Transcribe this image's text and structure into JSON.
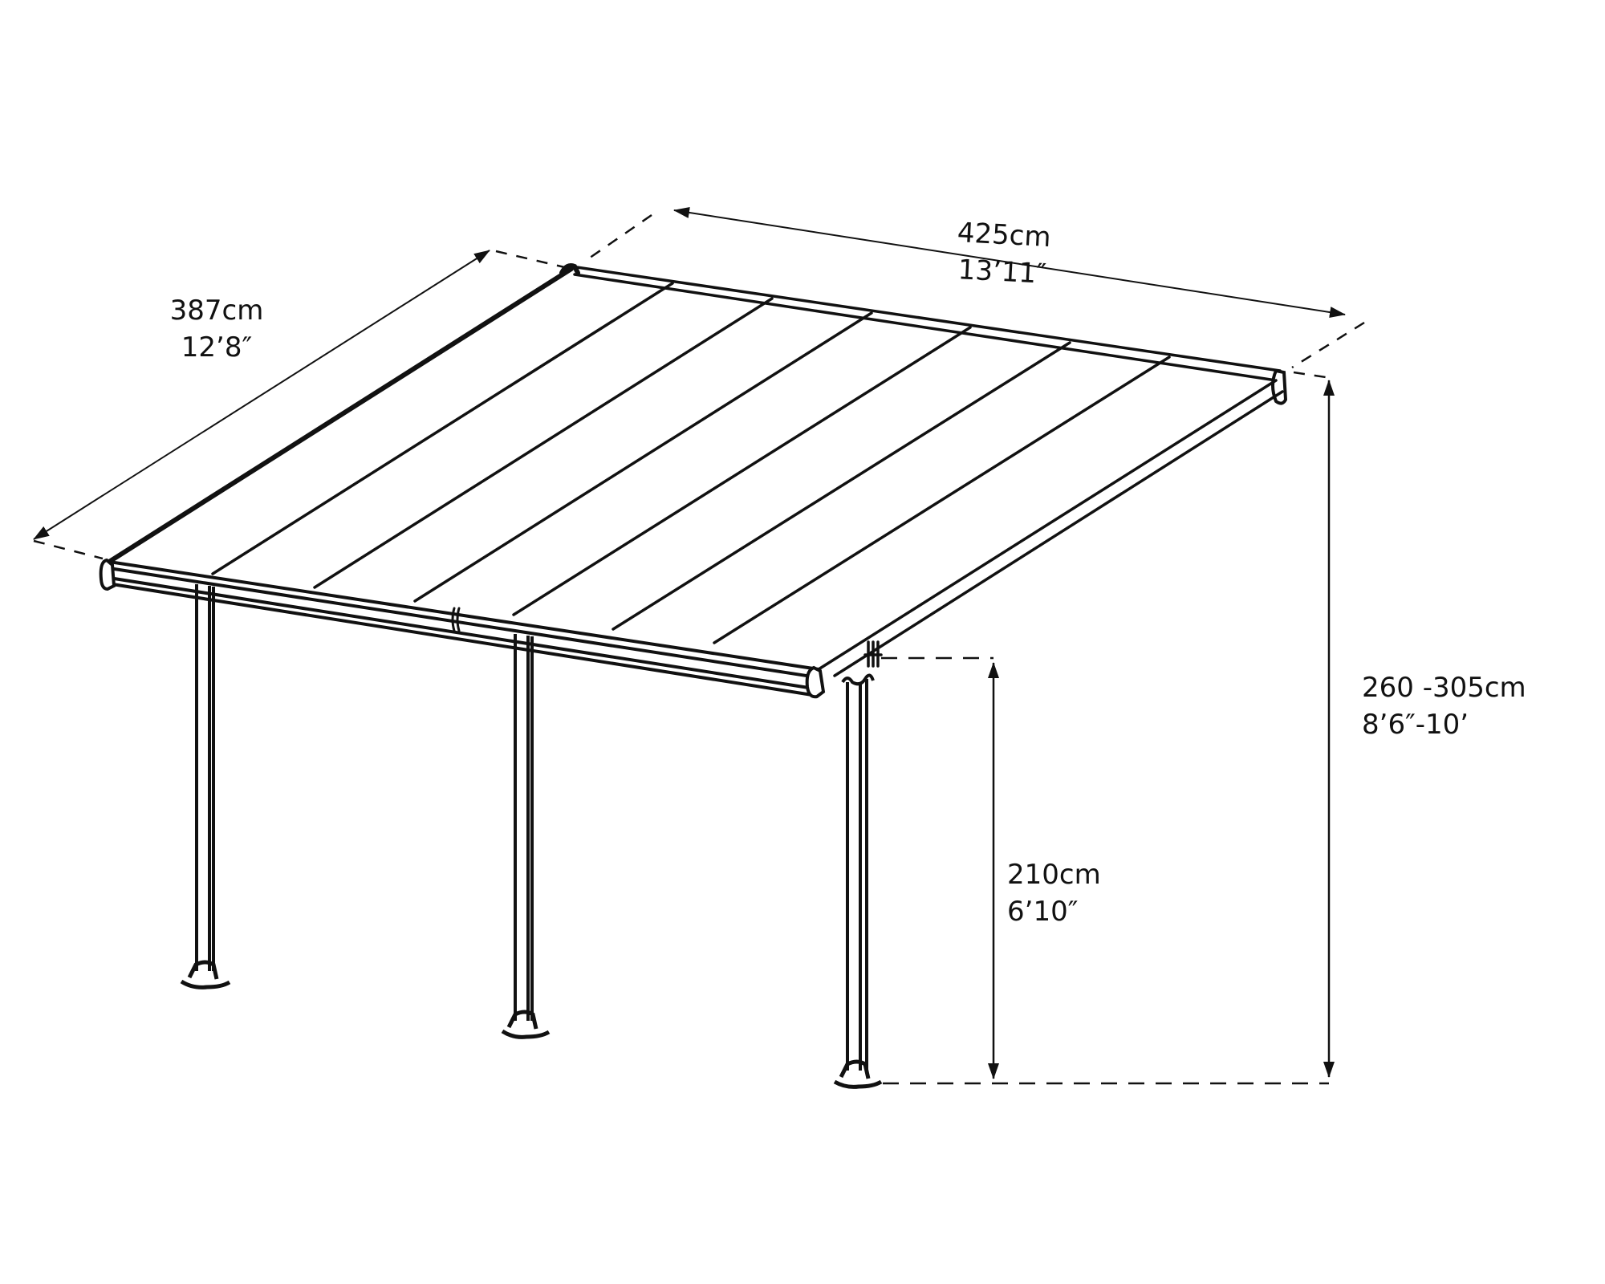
{
  "diagram": {
    "subject": "Lean-to patio cover / pergola dimension drawing",
    "stroke_color": "#111111",
    "background": "#ffffff",
    "roof_panels": 7,
    "posts": 3
  },
  "dimensions": {
    "depth": {
      "metric": "387cm",
      "imperial": "12’8″"
    },
    "width": {
      "metric": "425cm",
      "imperial": "13’11″"
    },
    "total_height": {
      "metric": "260 -305cm",
      "imperial": "8’6″-10’"
    },
    "clearance_height": {
      "metric": "210cm",
      "imperial": "6’10″"
    }
  }
}
